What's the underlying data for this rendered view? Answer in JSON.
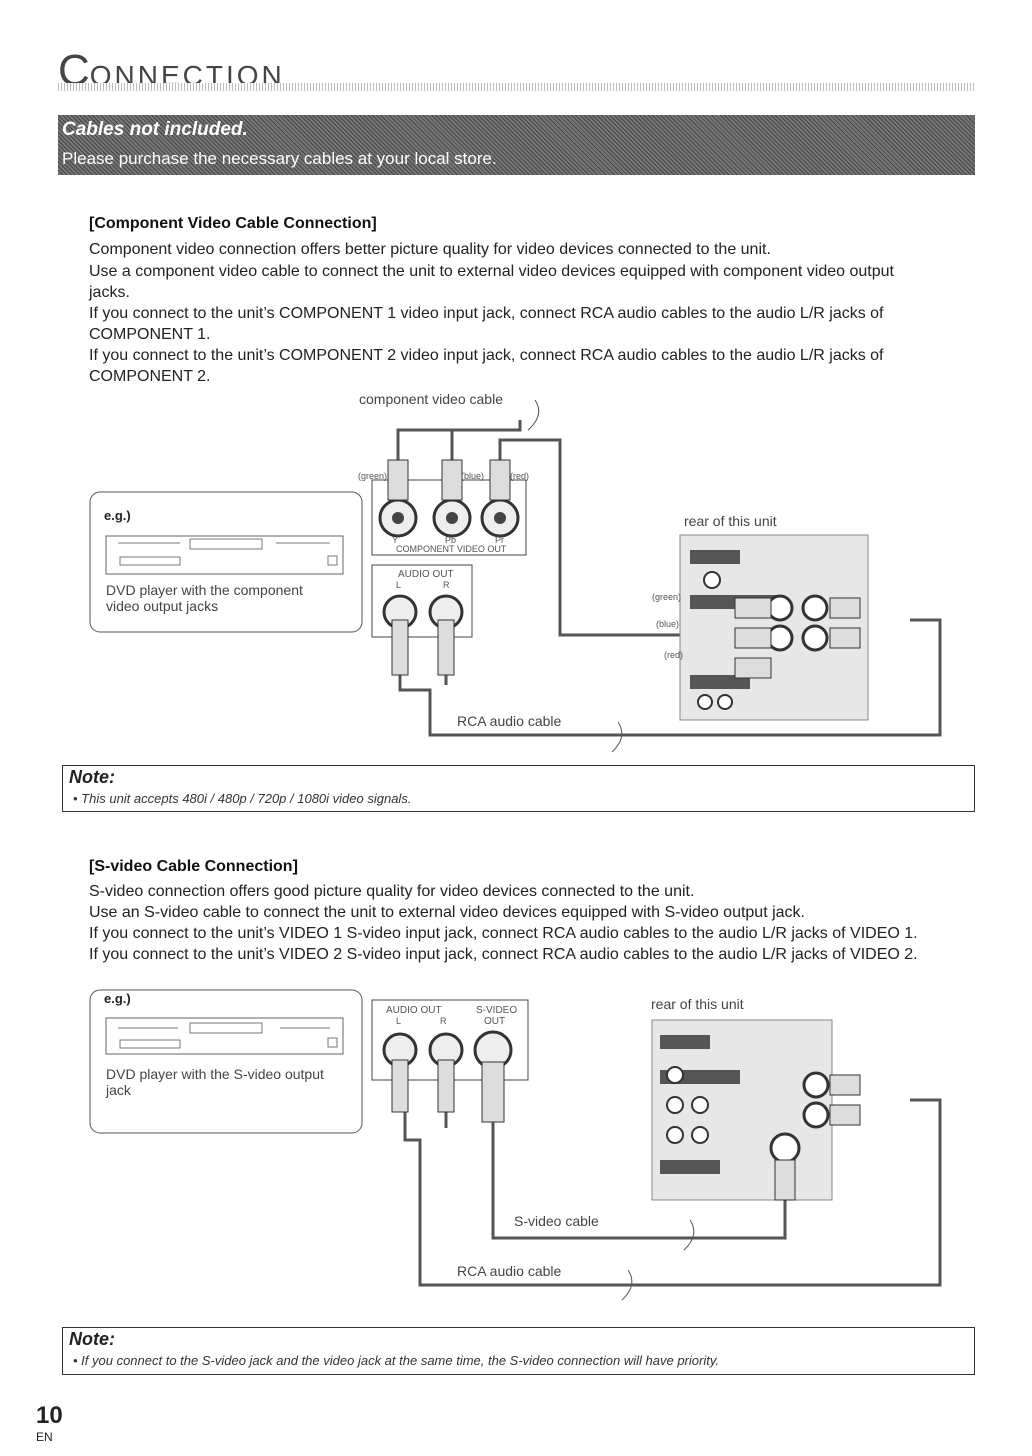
{
  "header": {
    "title_initial": "C",
    "title_rest": "ONNECTION"
  },
  "banner": {
    "line1": "Cables not included.",
    "line2": "Please purchase the necessary cables at your local store."
  },
  "component": {
    "heading": "[Component Video Cable Connection]",
    "p1": "Component video connection offers better picture quality for video devices connected to the unit.",
    "p2a": "Use a component video cable to connect the unit to external video devices equipped with component video output",
    "p2b": "jacks.",
    "p3a": "If you connect to the unit’s COMPONENT 1 video input jack, connect RCA audio cables to the audio L/R jacks of",
    "p3b": "COMPONENT 1.",
    "p4a": "If you connect to the unit’s COMPONENT 2 video input jack, connect RCA audio cables to the audio L/R jacks of",
    "p4b": "COMPONENT 2.",
    "diagram": {
      "cable_label": "component video cable",
      "green": "(green)",
      "blue": "(blue)",
      "red": "(red)",
      "y": "Y",
      "pb": "Pb",
      "pr": "Pr",
      "comp_out": "COMPONENT VIDEO OUT",
      "audio_out": "AUDIO OUT",
      "l": "L",
      "r": "R",
      "eg": "e.g.)",
      "device1": "DVD player with the component",
      "device2": "video output jacks",
      "rear": "rear of this unit",
      "rear_green": "(green)",
      "rear_blue": "(blue)",
      "rear_red": "(red)",
      "rca": "RCA audio cable"
    },
    "note_title": "Note:",
    "note_text": "• This unit accepts 480i / 480p / 720p / 1080i video signals."
  },
  "svideo": {
    "heading": "[S-video Cable Connection]",
    "p1": "S-video connection offers good picture quality for video devices connected to the unit.",
    "p2": "Use an S-video cable to connect the unit to external video devices equipped with S-video output jack.",
    "p3": "If you connect to the unit’s VIDEO 1 S-video input jack, connect RCA audio cables to the audio L/R jacks of VIDEO 1.",
    "p4": "If you connect to the unit’s VIDEO 2 S-video input jack, connect RCA audio cables to the audio L/R jacks of VIDEO 2.",
    "diagram": {
      "eg": "e.g.)",
      "device1": "DVD player with the S-video output",
      "device2": "jack",
      "audio_out": "AUDIO OUT",
      "l": "L",
      "r": "R",
      "svideo_out1": "S-VIDEO",
      "svideo_out2": "OUT",
      "rear": "rear of this unit",
      "svideo_cable": "S-video cable",
      "rca": "RCA audio cable"
    },
    "note_title": "Note:",
    "note_text": "• If you connect to the S-video jack and the video jack at the same time, the S-video connection will have priority."
  },
  "footer": {
    "page": "10",
    "lang": "EN"
  }
}
